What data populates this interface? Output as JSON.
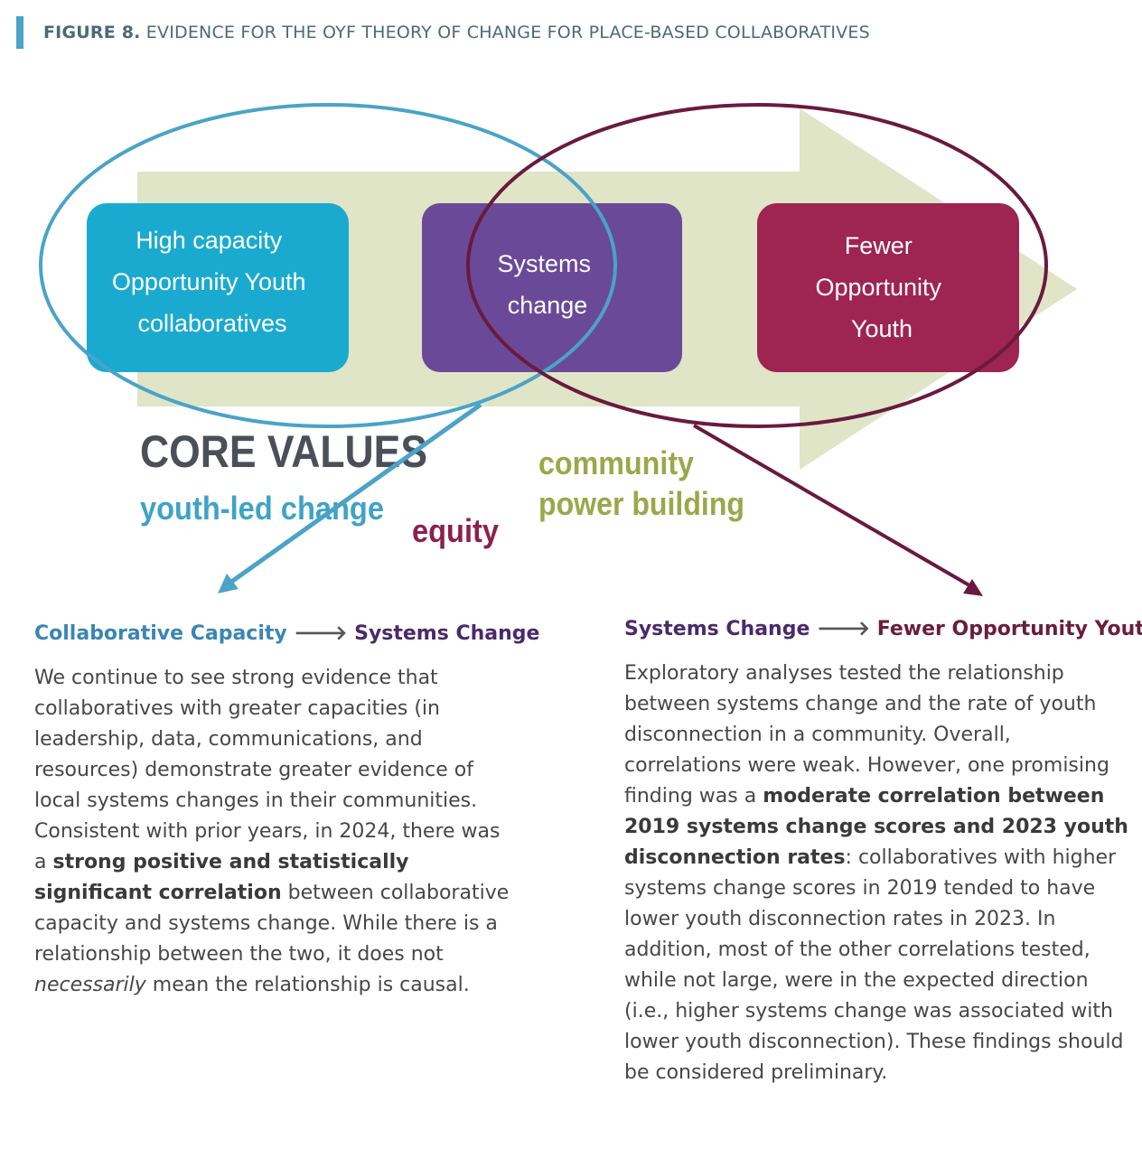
{
  "figure": {
    "label": "FIGURE 8.",
    "title": "EVIDENCE FOR THE OYF THEORY OF CHANGE FOR PLACE-BASED COLLABORATIVES"
  },
  "diagram": {
    "boxes": [
      {
        "lines": [
          "High capacity",
          "Opportunity Youth",
          "collaboratives"
        ]
      },
      {
        "lines": [
          "Systems",
          "change"
        ]
      },
      {
        "lines": [
          "Fewer",
          "Opportunity",
          "Youth"
        ]
      }
    ],
    "core_values": {
      "heading": "CORE VALUES",
      "items": [
        "youth-led change",
        "equity",
        "community",
        "power building"
      ]
    },
    "colors": {
      "box_teal": "#1aaad0",
      "box_purple": "#6a4a98",
      "box_maroon": "#9e2452",
      "arrow_bg": "#dfe5c6",
      "ellipse_teal": "#4aa3c8",
      "ellipse_maroon": "#6a1a3e",
      "core_values_text": "#4a4f58",
      "youth_led_text": "#3ea3c6",
      "equity_text": "#8a2050",
      "community_text": "#9aa84a"
    }
  },
  "left_column": {
    "heading_a": "Collaborative Capacity",
    "arrow": "🡒",
    "heading_b": "Systems Change",
    "p1": "We continue to see strong evidence that collaboratives with greater capacities (in leadership, data, communications, and resources) demonstrate greater evidence of local systems changes in their communities. Consistent with prior years, in 2024, there was a ",
    "bold1": "strong positive and statistically significant correlation",
    "p2": " between collaborative capacity and systems change. While there is a relationship between the two, it does not ",
    "italic1": "necessarily",
    "p3": " mean the relationship is causal."
  },
  "right_column": {
    "heading_a": "Systems Change",
    "arrow": "🡒",
    "heading_b": "Fewer Opportunity Youth",
    "p1": "Exploratory analyses tested the relationship between systems change and the rate of youth disconnection in a community. Overall, correlations were weak. However, one promising finding was a ",
    "bold1": "moderate correlation between 2019 systems change scores and 2023 youth disconnection rates",
    "p2": ": collaboratives with higher systems change scores in 2019 tended to have lower youth disconnection rates in 2023. In addition, most of the other correlations tested, while not large, were in the expected direction (i.e., higher systems change was associated with lower youth disconnection). These findings should be considered preliminary."
  }
}
